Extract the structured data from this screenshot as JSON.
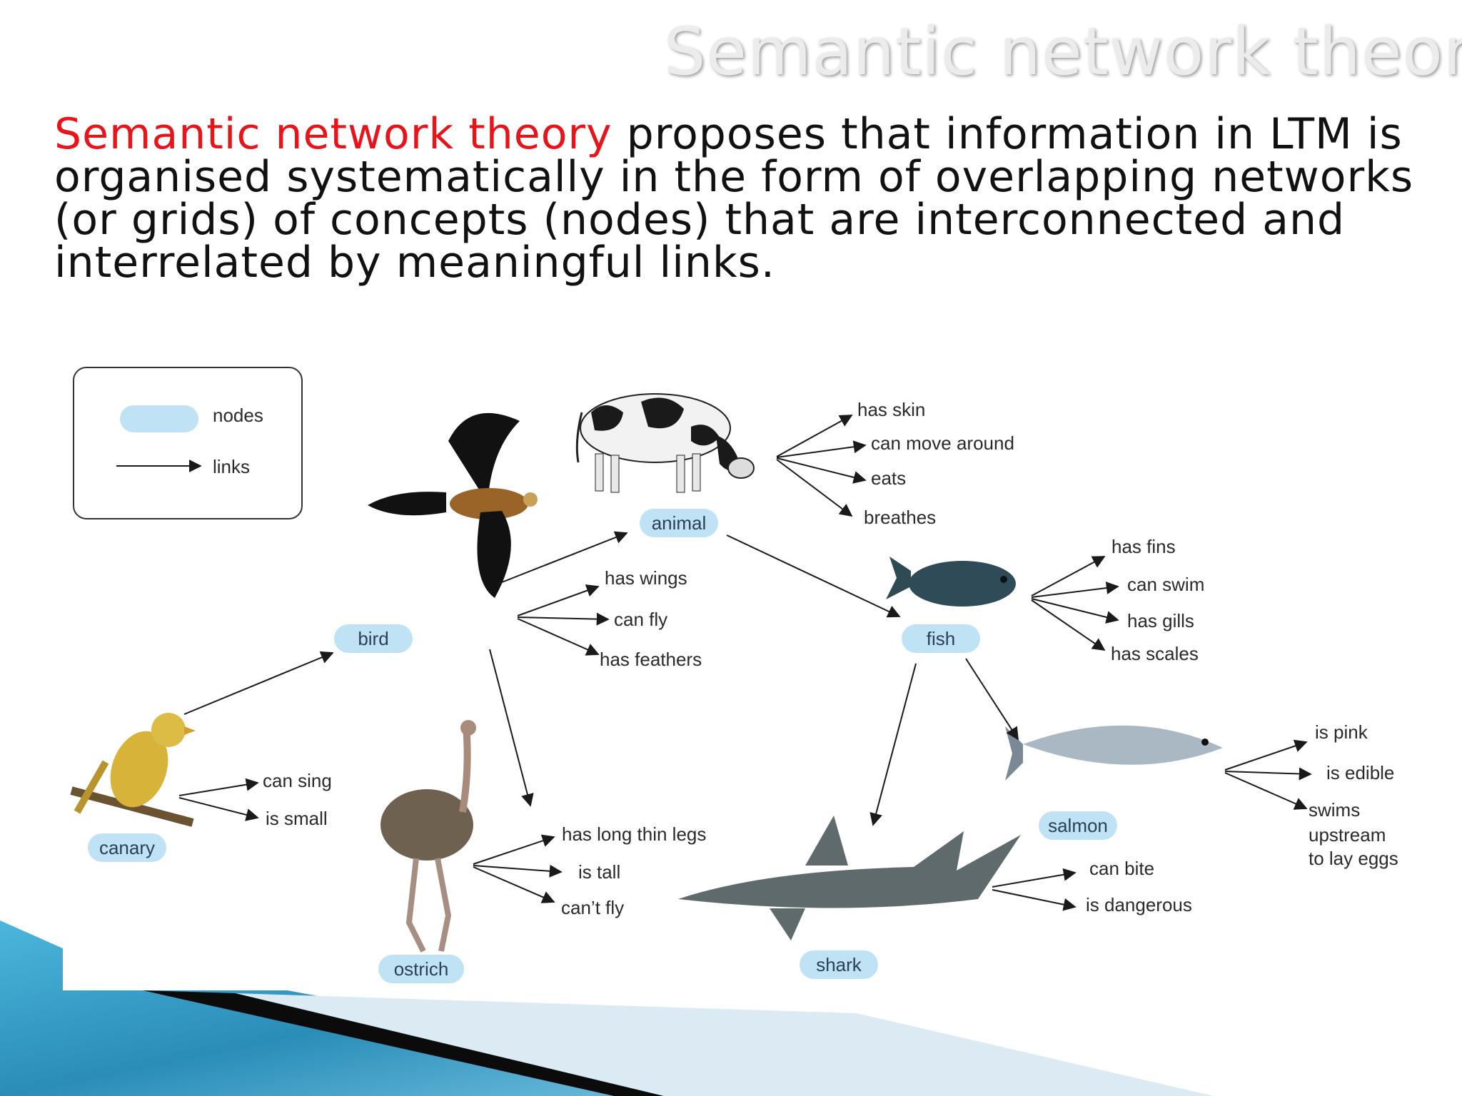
{
  "title": "Semantic network theory",
  "intro": {
    "term": "Semantic network theory",
    "rest": " proposes that information in LTM is organised systematically in the form of overlapping networks (or grids) of concepts (nodes) that are interconnected and interrelated by meaningful links."
  },
  "legend": {
    "nodes_label": "nodes",
    "links_label": "links"
  },
  "colors": {
    "node_fill": "#bfe3f5",
    "term_red": "#e8141a",
    "decor_blue": "#2a8db8"
  },
  "nodes": {
    "animal": "animal",
    "bird": "bird",
    "fish": "fish",
    "canary": "canary",
    "ostrich": "ostrich",
    "shark": "shark",
    "salmon": "salmon"
  },
  "attributes": {
    "animal": [
      "has skin",
      "can move around",
      "eats",
      "breathes"
    ],
    "bird": [
      "has wings",
      "can fly",
      "has feathers"
    ],
    "fish": [
      "has fins",
      "can swim",
      "has gills",
      "has scales"
    ],
    "canary": [
      "can sing",
      "is small"
    ],
    "ostrich": [
      "has long thin legs",
      "is tall",
      "can’t fly"
    ],
    "shark": [
      "can bite",
      "is dangerous"
    ],
    "salmon": [
      "is pink",
      "is edible",
      "swims",
      "upstream",
      "to lay eggs"
    ]
  },
  "icons": [
    "cow-icon",
    "eagle-icon",
    "fish-icon",
    "canary-icon",
    "ostrich-icon",
    "shark-icon",
    "salmon-icon"
  ]
}
